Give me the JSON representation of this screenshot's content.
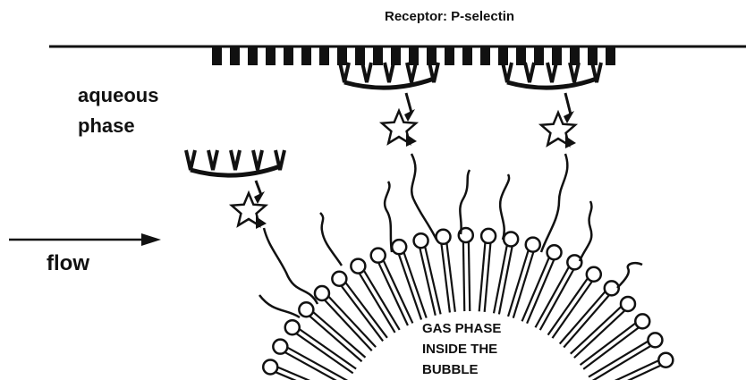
{
  "diagram": {
    "receptor_label": "Receptor: P-selectin",
    "aqueous_label_line1": "aqueous",
    "aqueous_label_line2": "phase",
    "flow_label": "flow",
    "gas_label_line1": "GAS  PHASE",
    "gas_label_line2": "INSIDE THE",
    "gas_label_line3": "BUBBLE"
  },
  "colors": {
    "ink": "#111111",
    "background": "#ffffff"
  }
}
